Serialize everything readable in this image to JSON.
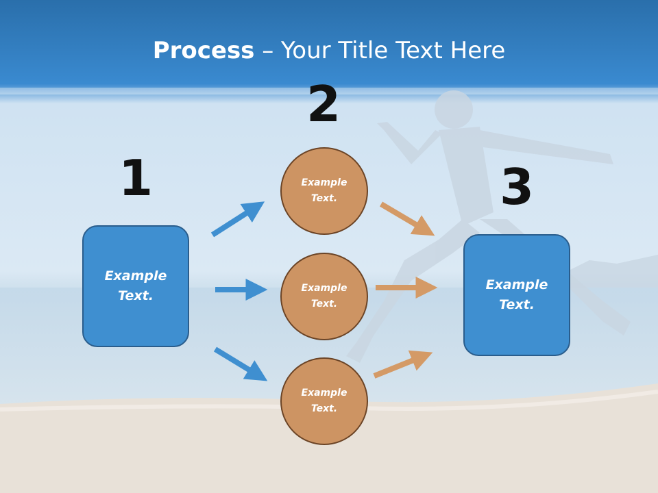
{
  "title": {
    "bold": "Process",
    "rest": " – Your Title Text Here"
  },
  "steps": {
    "one": {
      "number": "1",
      "text_line1": "Example",
      "text_line2": "Text."
    },
    "two": {
      "number": "2",
      "circles": [
        {
          "text_line1": "Example",
          "text_line2": "Text."
        },
        {
          "text_line1": "Example",
          "text_line2": "Text."
        },
        {
          "text_line1": "Example",
          "text_line2": "Text."
        }
      ]
    },
    "three": {
      "number": "3",
      "text_line1": "Example",
      "text_line2": "Text."
    }
  },
  "colors": {
    "header_blue": "#2e78b7",
    "box_blue": "#3f8fd0",
    "circle_tan": "#cd9463",
    "arrow_blue": "#3f8fd0",
    "arrow_tan": "#d49a66"
  },
  "background": {
    "image": "beach-runner-photo"
  }
}
